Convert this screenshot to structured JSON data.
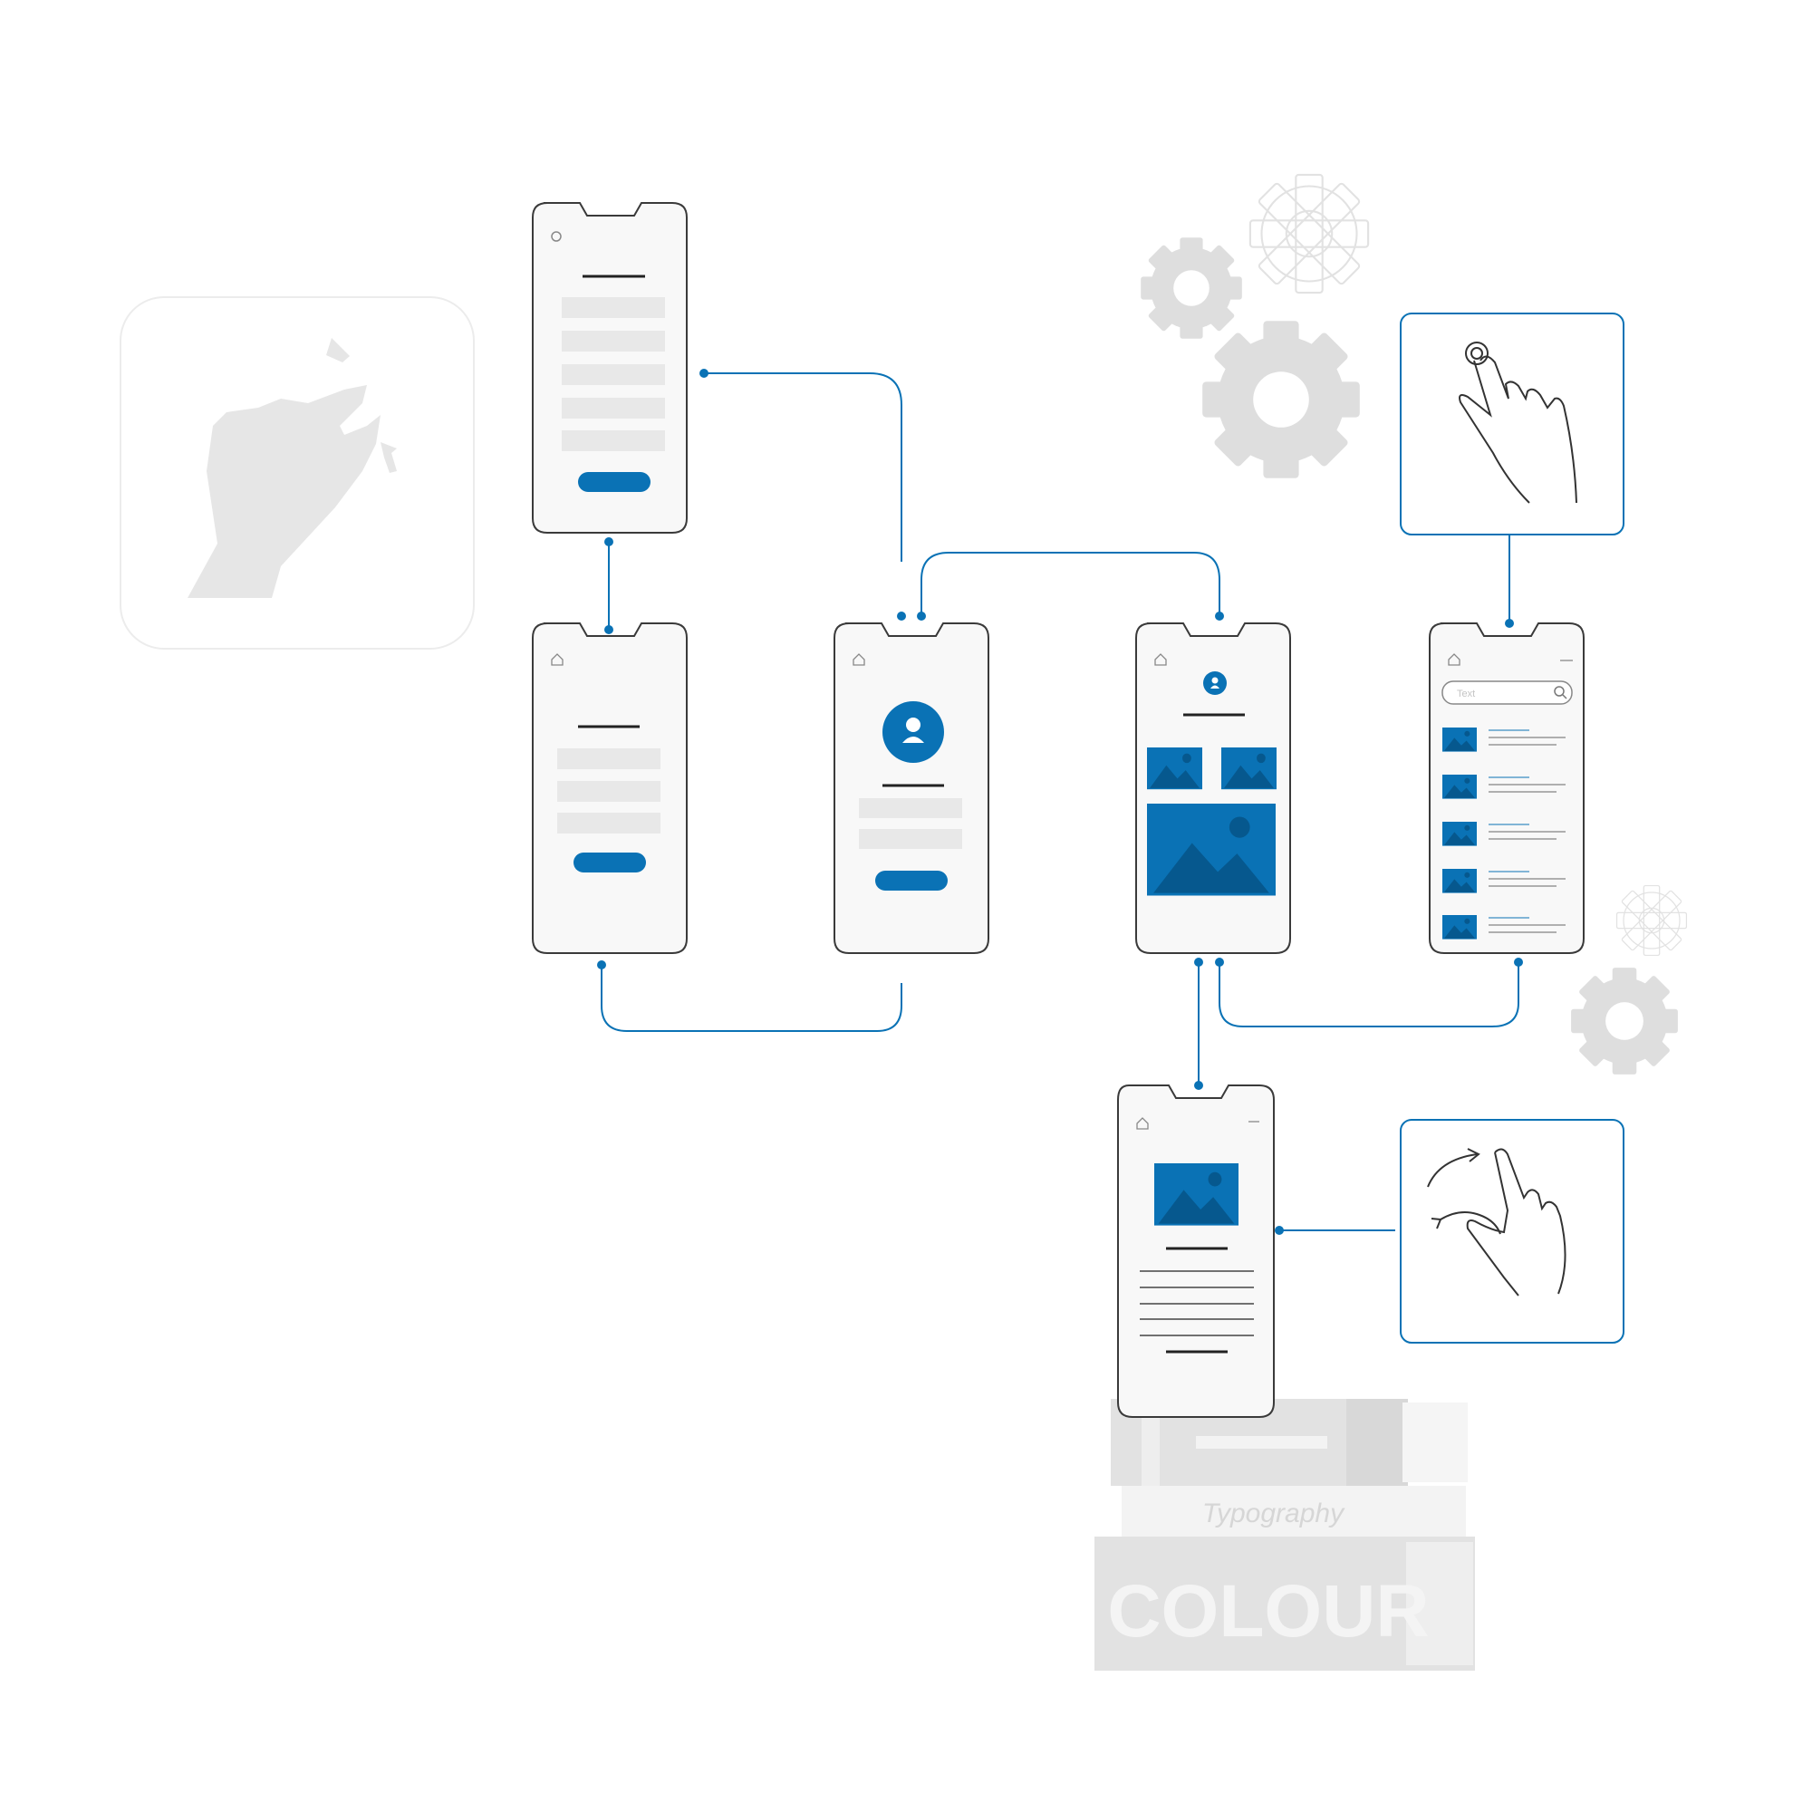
{
  "colors": {
    "accent": "#0a72b5",
    "phone_bg": "#f8f8f8",
    "phone_border": "#3a3a3a",
    "placeholder": "#e8e8e8",
    "gear": "#dedede",
    "books": "#e2e2e2"
  },
  "screens": [
    {
      "name": "form-screen-1",
      "icon": "home-icon"
    },
    {
      "name": "form-screen-2",
      "icon": "home-icon"
    },
    {
      "name": "login-screen",
      "icon": "avatar-icon"
    },
    {
      "name": "gallery-screen",
      "icon": "image-icon"
    },
    {
      "name": "search-list-screen",
      "icon": "search-icon",
      "search_placeholder": "Text"
    },
    {
      "name": "detail-screen",
      "icon": "image-icon"
    }
  ],
  "gestures": [
    {
      "name": "pinch-gesture",
      "icon": "pinch-hand-icon"
    },
    {
      "name": "tap-gesture",
      "icon": "tap-hand-icon"
    },
    {
      "name": "rotate-gesture",
      "icon": "rotate-hand-icon"
    }
  ],
  "books": {
    "middle": "Typography",
    "bottom": "COLOUR"
  }
}
